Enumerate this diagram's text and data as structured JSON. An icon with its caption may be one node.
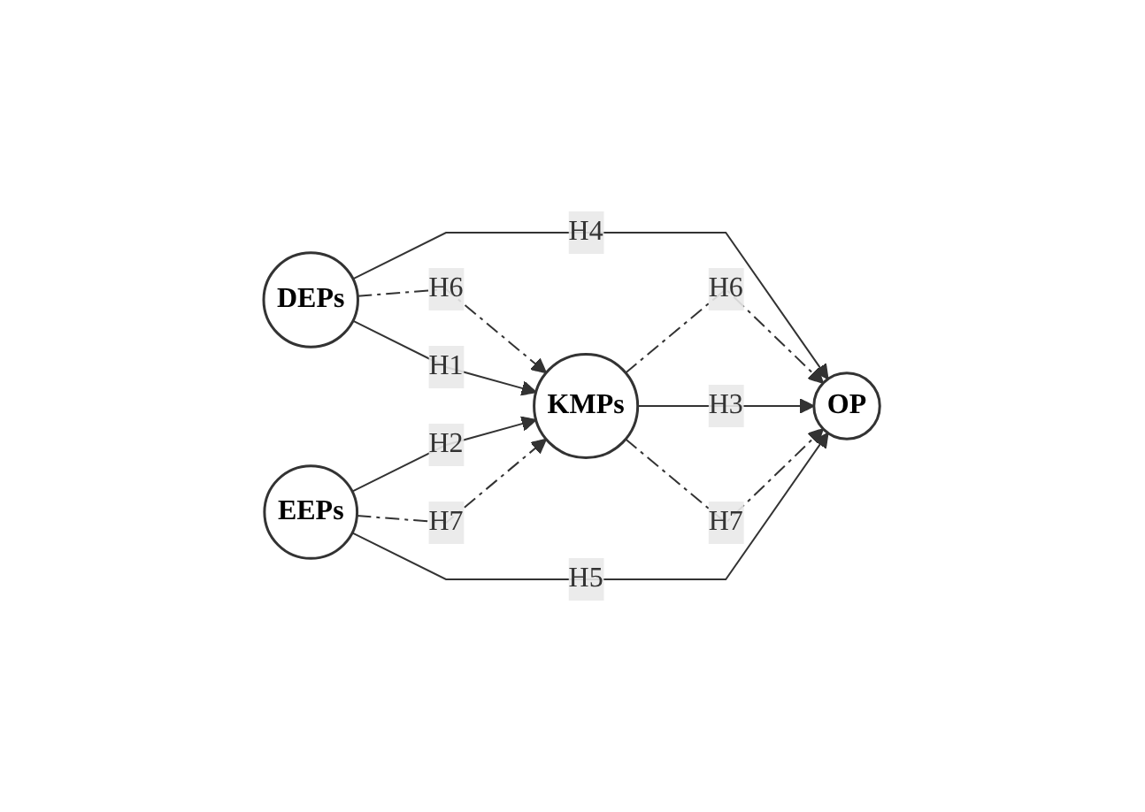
{
  "diagram": {
    "nodes": [
      {
        "text": [
          "DEPs"
        ]
      },
      {
        "text": [
          "KMPs"
        ]
      },
      {
        "text": [
          "OP"
        ]
      },
      {
        "text": [
          "EEPs"
        ]
      }
    ],
    "edges": [
      {
        "from": 0,
        "to": 2,
        "arrow": "to",
        "label": "H4"
      },
      {
        "from": 0,
        "to": 1,
        "arrow": "to",
        "label": "H6",
        "style": "dashed"
      },
      {
        "from": 0,
        "to": 1,
        "arrow": "to",
        "label": "H1"
      },
      {
        "from": 1,
        "to": 2,
        "arrow": "to",
        "label": "H6",
        "style": "dashed"
      },
      {
        "from": 1,
        "to": 2,
        "arrow": "to",
        "label": "H3"
      },
      {
        "from": 1,
        "to": 2,
        "arrow": "to",
        "label": "H7",
        "style": "dashed"
      },
      {
        "from": 3,
        "to": 1,
        "arrow": "to",
        "label": "H2"
      },
      {
        "from": 3,
        "to": 1,
        "arrow": "to",
        "label": "H7",
        "style": "dashed"
      },
      {
        "from": 3,
        "to": 2,
        "arrow": "to",
        "label": "H5"
      }
    ]
  }
}
